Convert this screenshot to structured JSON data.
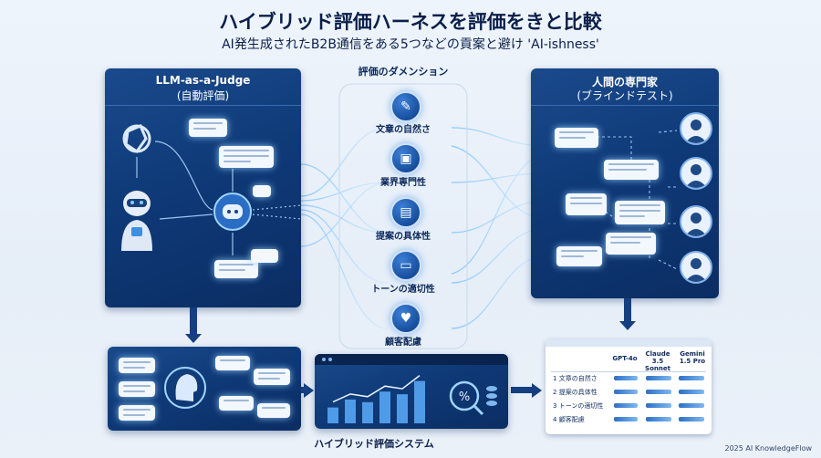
{
  "title": "ハイブリッド評価ハーネスを評価をきと比較",
  "subtitle": "AI発生成されたB2B通信をある5つなどの貢案と避け 'AI-ishness'",
  "left_panel": {
    "title_line1": "LLM-as-a-Judge",
    "title_line2": "(自動評価)"
  },
  "right_panel": {
    "title_line1": "人間の専門家",
    "title_line2": "(ブラインドテスト)"
  },
  "dimensions": {
    "heading": "評価のダメンション",
    "items": [
      {
        "label": "文章の自然さ",
        "icon": "pen-icon"
      },
      {
        "label": "業界専門性",
        "icon": "briefcase-icon"
      },
      {
        "label": "提案の具体性",
        "icon": "document-icon"
      },
      {
        "label": "トーンの適切性",
        "icon": "chat-icon"
      },
      {
        "label": "顧客配慮",
        "icon": "heart-hand-icon"
      }
    ]
  },
  "hybrid_system": {
    "label": "ハイブリッド評価システム",
    "bar_levels": [
      0.3,
      0.45,
      0.4,
      0.6,
      0.55,
      0.8
    ]
  },
  "comparison_table": {
    "columns": [
      "GPT-4o",
      "Claude 3.5 Sonnet",
      "Gemini 1.5 Pro"
    ],
    "rows": [
      {
        "num": "1",
        "label": "文章の自然さ"
      },
      {
        "num": "2",
        "label": "提案の具体性"
      },
      {
        "num": "3",
        "label": "トーンの適切性"
      },
      {
        "num": "4",
        "label": "顧客配慮"
      }
    ]
  },
  "footer": "2025 AI KnowledgeFlow",
  "colors": {
    "panel": "#0f3a78",
    "accent": "#3d8fe6",
    "glow": "#9fd4ff"
  }
}
